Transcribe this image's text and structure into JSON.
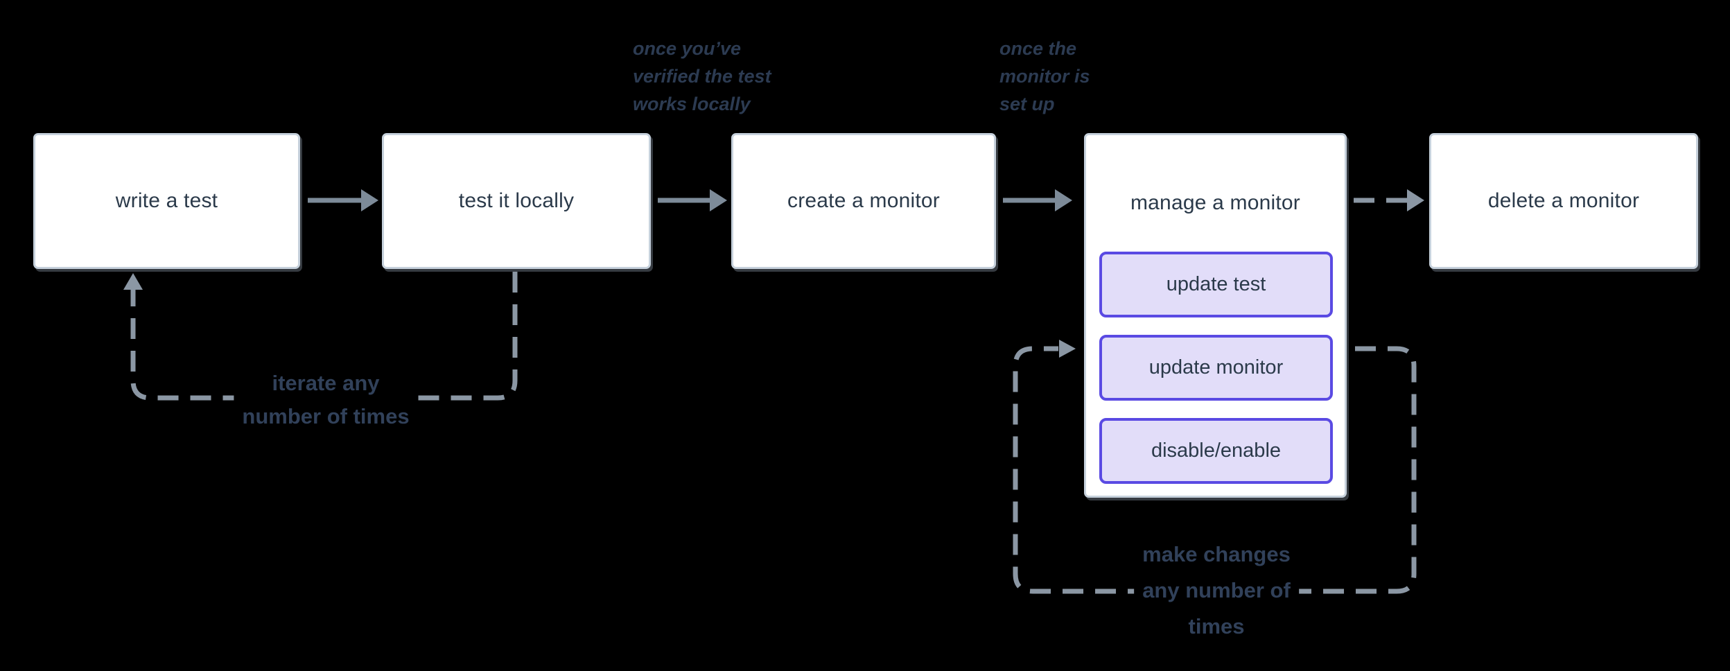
{
  "colors": {
    "node_fill": "#ffffff",
    "node_border": "#c6d1dc",
    "node_text": "#2b3a4a",
    "sub_fill": "#e2ddf9",
    "sub_border": "#5a4ae3",
    "arrow_solid": "#7d8b99",
    "arrow_dashed": "#8b97a4",
    "annotation_text": "#2c3b52",
    "loop_label_text": "#31415a",
    "bg": "#000000"
  },
  "nodes": [
    {
      "label": "write a test"
    },
    {
      "label": "test it locally"
    },
    {
      "label": "create a monitor"
    },
    {
      "label": "manage a monitor",
      "children": [
        {
          "label": "update test"
        },
        {
          "label": "update monitor"
        },
        {
          "label": "disable/enable"
        }
      ]
    },
    {
      "label": "delete a monitor"
    }
  ],
  "annotations": [
    {
      "text": "once you’ve\nverified the test\nworks locally"
    },
    {
      "text": "once the\nmonitor is\nset up"
    }
  ],
  "loop_labels": [
    {
      "text": "iterate any\nnumber of times"
    },
    {
      "text": "make changes\nany number of\ntimes"
    }
  ]
}
